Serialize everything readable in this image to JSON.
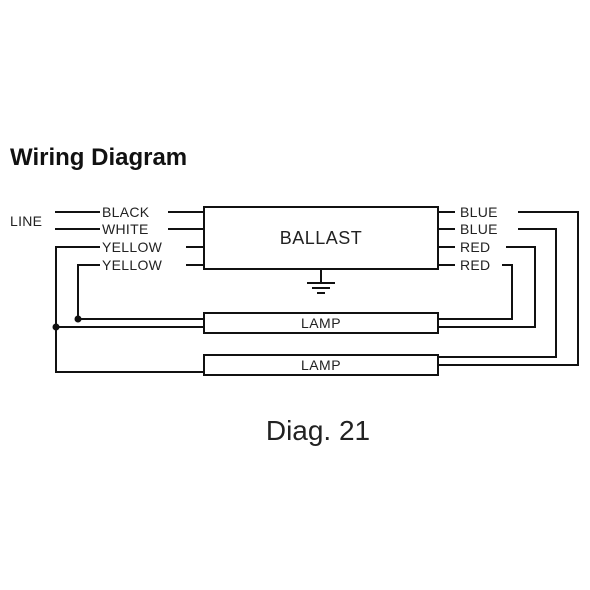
{
  "title": "Wiring Diagram",
  "line_label": "LINE",
  "left_wires": [
    "BLACK",
    "WHITE",
    "YELLOW",
    "YELLOW"
  ],
  "right_wires": [
    "BLUE",
    "BLUE",
    "RED",
    "RED"
  ],
  "ballast_label": "BALLAST",
  "lamps": [
    "LAMP",
    "LAMP"
  ],
  "caption": "Diag. 21",
  "icons": {
    "ground": "ground-icon"
  }
}
